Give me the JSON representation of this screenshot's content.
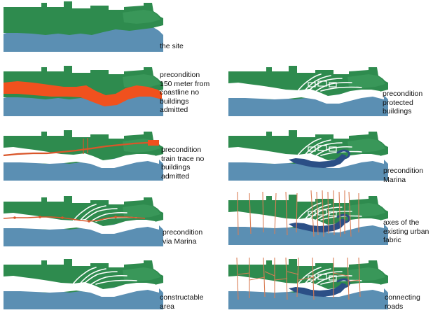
{
  "colors": {
    "land": "#2e8b4e",
    "land_light": "#43a262",
    "water": "#5b8fb3",
    "buffer": "#f0511e",
    "route": "#d9562a",
    "axis": "#d97d55",
    "marina": "#2b4f86",
    "building_outline": "#ffffff"
  },
  "panels": [
    {
      "id": "the-site",
      "caption_lines": [
        "the site"
      ],
      "layers": {
        "gap": false,
        "buffer": false,
        "train": false,
        "via": false,
        "curves": false,
        "buildings": false,
        "marina": false,
        "axes": false,
        "roads": false
      }
    },
    {
      "id": "coastline-150m",
      "caption_lines": [
        "precondition",
        "150 meter from",
        "coastline no",
        "buildings",
        "admitted"
      ],
      "layers": {
        "gap": false,
        "buffer": true,
        "train": false,
        "via": false,
        "curves": false,
        "buildings": false,
        "marina": false,
        "axes": false,
        "roads": false
      }
    },
    {
      "id": "train-trace",
      "caption_lines": [
        "precondition",
        "train trace no",
        "buildings",
        "admitted"
      ],
      "layers": {
        "gap": true,
        "buffer": false,
        "train": true,
        "via": false,
        "curves": false,
        "buildings": false,
        "marina": false,
        "axes": false,
        "roads": false
      }
    },
    {
      "id": "via-marina",
      "caption_lines": [
        "precondition",
        "via Marina"
      ],
      "layers": {
        "gap": true,
        "buffer": false,
        "train": false,
        "via": true,
        "curves": true,
        "buildings": false,
        "marina": false,
        "axes": false,
        "roads": false
      }
    },
    {
      "id": "constructable-area",
      "caption_lines": [
        "constructable",
        "area"
      ],
      "layers": {
        "gap": true,
        "buffer": false,
        "train": false,
        "via": false,
        "curves": true,
        "buildings": false,
        "marina": false,
        "axes": false,
        "roads": false
      }
    },
    {
      "id": "protected-buildings",
      "caption_lines": [
        "precondition",
        "protected",
        "buildings"
      ],
      "layers": {
        "gap": true,
        "buffer": false,
        "train": false,
        "via": false,
        "curves": true,
        "buildings": true,
        "marina": false,
        "axes": false,
        "roads": false
      }
    },
    {
      "id": "marina",
      "caption_lines": [
        "precondition",
        "Marina"
      ],
      "layers": {
        "gap": true,
        "buffer": false,
        "train": false,
        "via": false,
        "curves": true,
        "buildings": true,
        "marina": true,
        "axes": false,
        "roads": false
      }
    },
    {
      "id": "urban-axes",
      "caption_lines": [
        "axes of the",
        "existing urban",
        "fabric"
      ],
      "layers": {
        "gap": true,
        "buffer": false,
        "train": false,
        "via": false,
        "curves": true,
        "buildings": true,
        "marina": true,
        "axes": true,
        "roads": false
      }
    },
    {
      "id": "connecting-roads",
      "caption_lines": [
        "connecting",
        "roads"
      ],
      "layers": {
        "gap": true,
        "buffer": false,
        "train": false,
        "via": false,
        "curves": true,
        "buildings": true,
        "marina": true,
        "axes": false,
        "roads": true
      }
    }
  ]
}
